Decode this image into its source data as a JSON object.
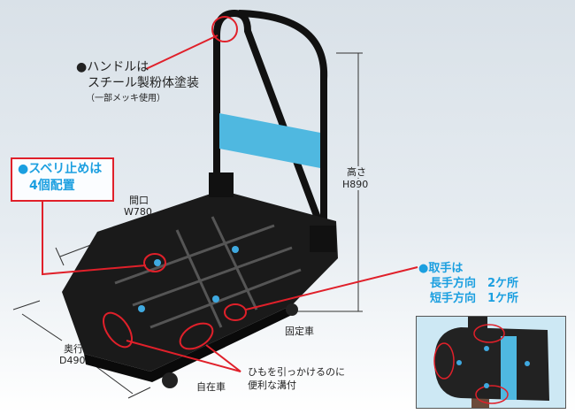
{
  "handle": {
    "title": "●ハンドルは",
    "line2": "スチール製粉体塗装",
    "note": "（一部メッキ使用）"
  },
  "anti_slip": {
    "line1": "●スベリ止めは",
    "line2": "4個配置"
  },
  "width": {
    "label": "間口",
    "value": "W780"
  },
  "height": {
    "label": "高さ",
    "value": "H890"
  },
  "depth": {
    "label": "奥行",
    "value": "D490"
  },
  "fixed_wheel": "固定車",
  "swivel_wheel": "自在車",
  "groove": {
    "line1": "ひもを引っかけるのに",
    "line2": "便利な溝付"
  },
  "grip": {
    "line1": "●取手は",
    "line2": "長手方向　2ケ所",
    "line3": "短手方向　1ケ所"
  },
  "colors": {
    "accent_blue": "#1b9fe0",
    "callout_red": "#e0202a",
    "band_blue": "#4fb8e0"
  }
}
